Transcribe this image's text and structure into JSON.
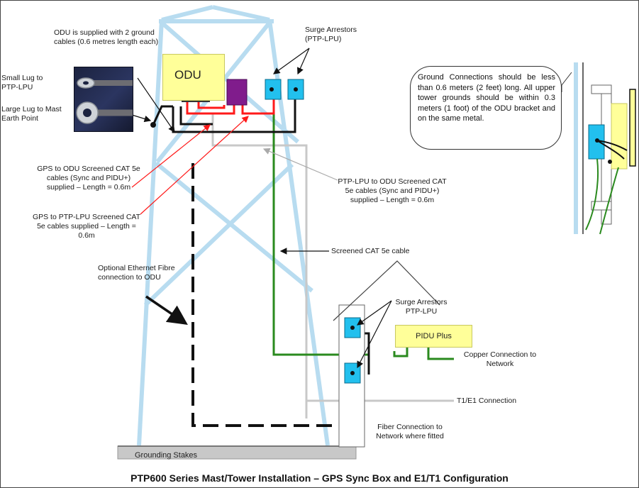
{
  "odu": {
    "label": "ODU"
  },
  "pidu": {
    "label": "PIDU Plus"
  },
  "labels": {
    "ground_cables": "ODU is supplied with 2 ground cables (0.6 metres length each)",
    "small_lug": "Small Lug to PTP-LPU",
    "large_lug": "Large Lug to Mast Earth Point",
    "surge_top": "Surge Arrestors (PTP-LPU)",
    "gps_odu": "GPS to ODU Screened CAT 5e cables (Sync and PIDU+) supplied – Length = 0.6m",
    "gps_lpu": "GPS to PTP-LPU Screened CAT 5e cables supplied – Length = 0.6m",
    "lpu_odu": "PTP-LPU to ODU Screened CAT 5e cables (Sync and PIDU+) supplied – Length = 0.6m",
    "screened": "Screened CAT 5e cable",
    "optional": "Optional Ethernet Fibre connection to ODU",
    "surge_bottom": "Surge Arrestors PTP-LPU",
    "copper": "Copper Connection to Network",
    "t1e1": "T1/E1 Connection",
    "fiber": "Fiber Connection to Network where fitted",
    "stakes": "Grounding Stakes"
  },
  "callout": {
    "text": "Ground Connections should be less than 0.6 meters (2 feet) long. All upper tower grounds should be within 0.3 meters (1 foot) of the ODU bracket and on the same metal."
  },
  "title": "PTP600 Series Mast/Tower Installation – GPS Sync Box and E1/T1 Configuration",
  "colors": {
    "tower": "#b8dcf0",
    "green_cable": "#2a8a1e",
    "red_cable": "#ff1a1a",
    "grey_cable": "#c8c8c8",
    "surge_box": "#22c0ee",
    "gps_box": "#801c8c",
    "odu_fill": "#ffff99"
  }
}
